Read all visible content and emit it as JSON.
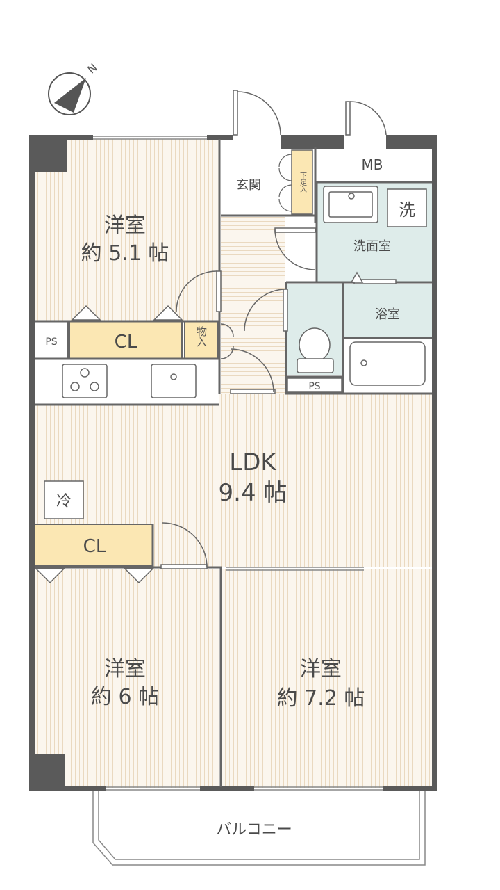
{
  "compass": {
    "label": "N"
  },
  "rooms": {
    "bedroom1": {
      "name": "洋室",
      "size": "約 5.1 帖"
    },
    "bedroom2": {
      "name": "洋室",
      "size": "約 6 帖"
    },
    "bedroom3": {
      "name": "洋室",
      "size": "約 7.2 帖"
    },
    "ldk": {
      "name": "LDK",
      "size": "9.4 帖"
    },
    "entrance": {
      "name": "玄関"
    },
    "shoe_cabinet": {
      "name": "下足入"
    },
    "mb": {
      "name": "MB"
    },
    "washroom": {
      "name": "洗面室"
    },
    "washer": {
      "name": "洗"
    },
    "bathroom": {
      "name": "浴室"
    },
    "ps_left": {
      "name": "PS"
    },
    "ps_toilet": {
      "name": "PS"
    },
    "closet1": {
      "name": "CL"
    },
    "closet2": {
      "name": "CL"
    },
    "storage": {
      "name": "物入"
    },
    "fridge": {
      "name": "冷"
    },
    "balcony": {
      "name": "バルコニー"
    }
  },
  "colors": {
    "wall": "#5a5a5a",
    "floor": "#fbf5ec",
    "floor_line": "#e8d9c2",
    "closet": "#fbe7b3",
    "wet_area": "#deecea",
    "fixture_line": "#666666"
  }
}
